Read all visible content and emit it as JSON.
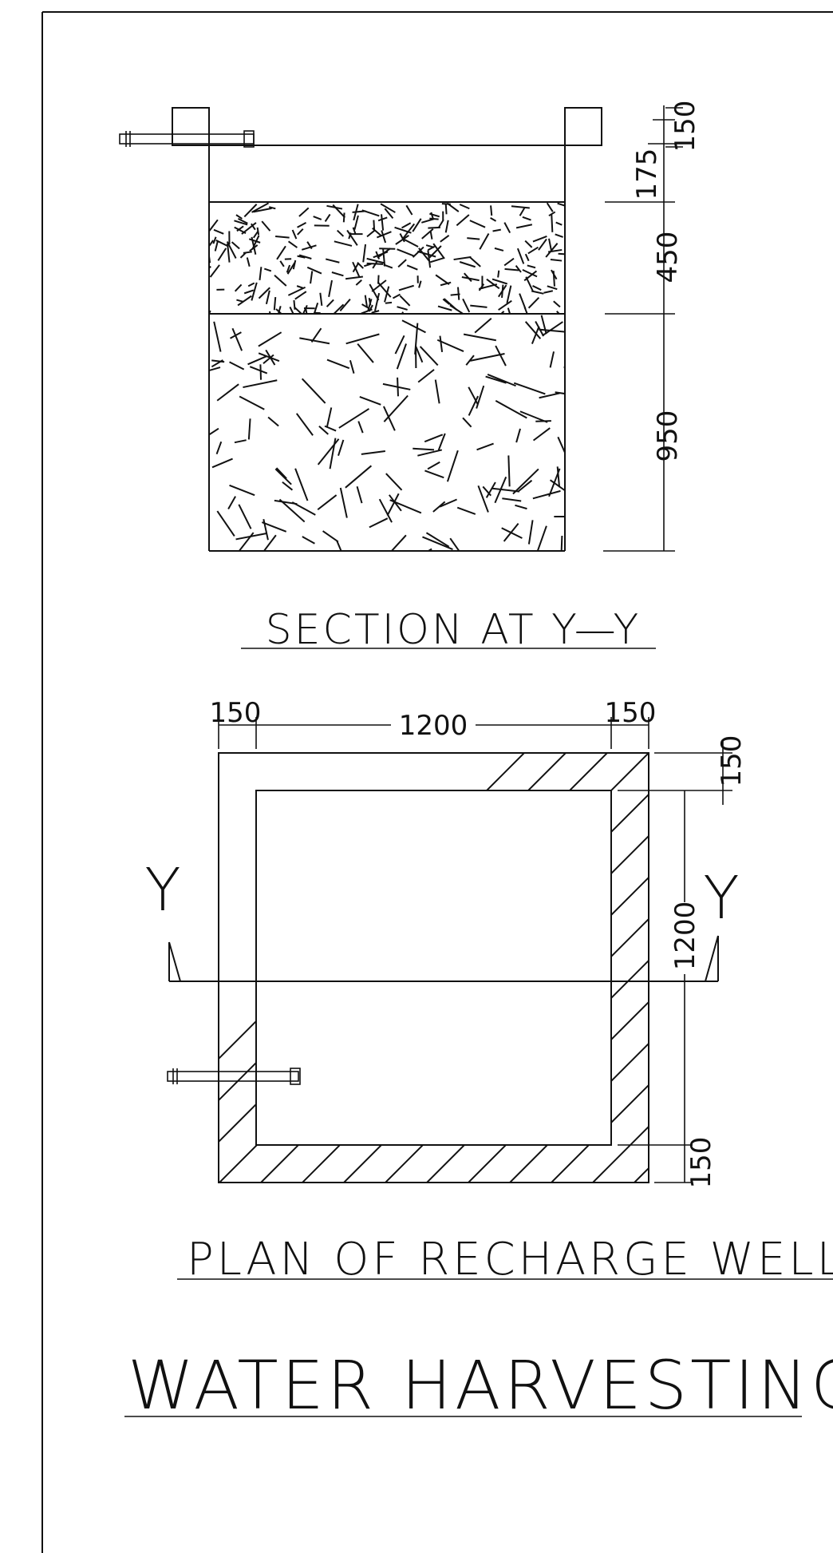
{
  "section": {
    "title": "SECTION AT Y—Y",
    "dims": {
      "top": "150",
      "freeboard": "175",
      "layer1": "450",
      "layer2": "950"
    }
  },
  "plan": {
    "title": "PLAN OF RECHARGE WELL",
    "dims": {
      "wall_left": "150",
      "inner_width": "1200",
      "wall_right": "150",
      "wall_top": "150",
      "inner_height": "1200",
      "wall_bottom": "150"
    },
    "cut_mark_left": "Y",
    "cut_mark_right": "Y"
  },
  "sheet_title": "WATER HARVESTING"
}
